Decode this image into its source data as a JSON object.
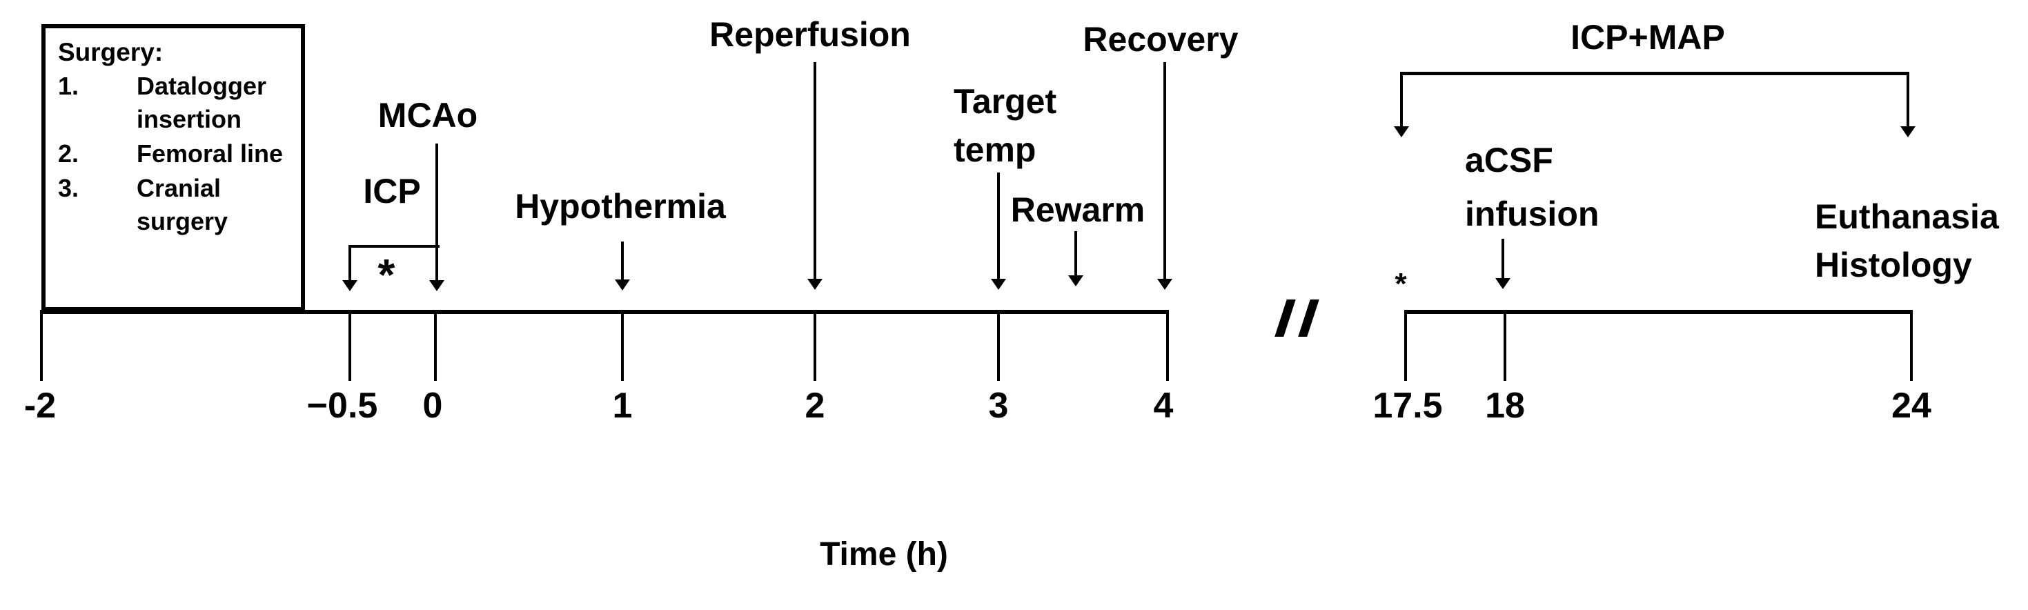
{
  "figure": {
    "background": "#ffffff",
    "ink": "#000000",
    "description": "Experimental protocol timeline with axis break"
  },
  "surgery_box": {
    "title": "Surgery:",
    "items": [
      {
        "num": "1.",
        "line1": "Datalogger",
        "line2": "insertion"
      },
      {
        "num": "2.",
        "line1": "Femoral line"
      },
      {
        "num": "3.",
        "line1": "Cranial",
        "line2": "surgery"
      }
    ]
  },
  "events": {
    "icp": "ICP",
    "mcao": "MCAo",
    "hypothermia": "Hypothermia",
    "reperfusion": "Reperfusion",
    "target_temp_line1": "Target",
    "target_temp_line2": "temp",
    "rewarm": "Rewarm",
    "recovery": "Recovery",
    "icp_map": "ICP+MAP",
    "acsf_line1": "aCSF",
    "acsf_line2": "infusion",
    "euthanasia_line1": "Euthanasia",
    "euthanasia_line2": "Histology"
  },
  "markers": {
    "asterisk_left": "*",
    "asterisk_right": "*",
    "axis_break": "//"
  },
  "axis": {
    "label": "Time (h)",
    "ticks": [
      {
        "t": "-2"
      },
      {
        "t": "−0.5"
      },
      {
        "t": "0"
      },
      {
        "t": "1"
      },
      {
        "t": "2"
      },
      {
        "t": "3"
      },
      {
        "t": "4"
      },
      {
        "t": "17.5"
      },
      {
        "t": "18"
      },
      {
        "t": "24"
      }
    ]
  }
}
